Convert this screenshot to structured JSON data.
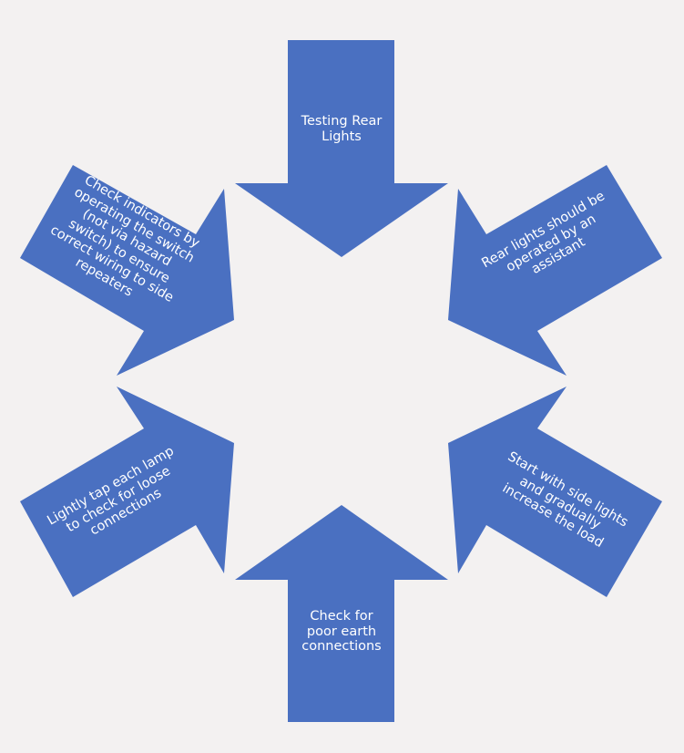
{
  "colors": {
    "background": "#f3f1f1",
    "arrow": "#4a70c1",
    "text": "#ffffff"
  },
  "arrows": [
    {
      "id": "top",
      "label": "Testing Rear\nLights"
    },
    {
      "id": "top-right",
      "label": "Rear lights should be\noperated by an\nassistant"
    },
    {
      "id": "bottom-right",
      "label": "Start with side lights\nand gradually\nincrease the load"
    },
    {
      "id": "bottom",
      "label": "Check for\npoor earth\nconnections"
    },
    {
      "id": "bottom-left",
      "label": "Lightly tap each lamp\nto check for loose\nconnections"
    },
    {
      "id": "top-left",
      "label": "Check indicators by\noperating the switch\n(not via hazard\nswitch) to ensure\ncorrect wiring to side\nrepeaters"
    }
  ]
}
